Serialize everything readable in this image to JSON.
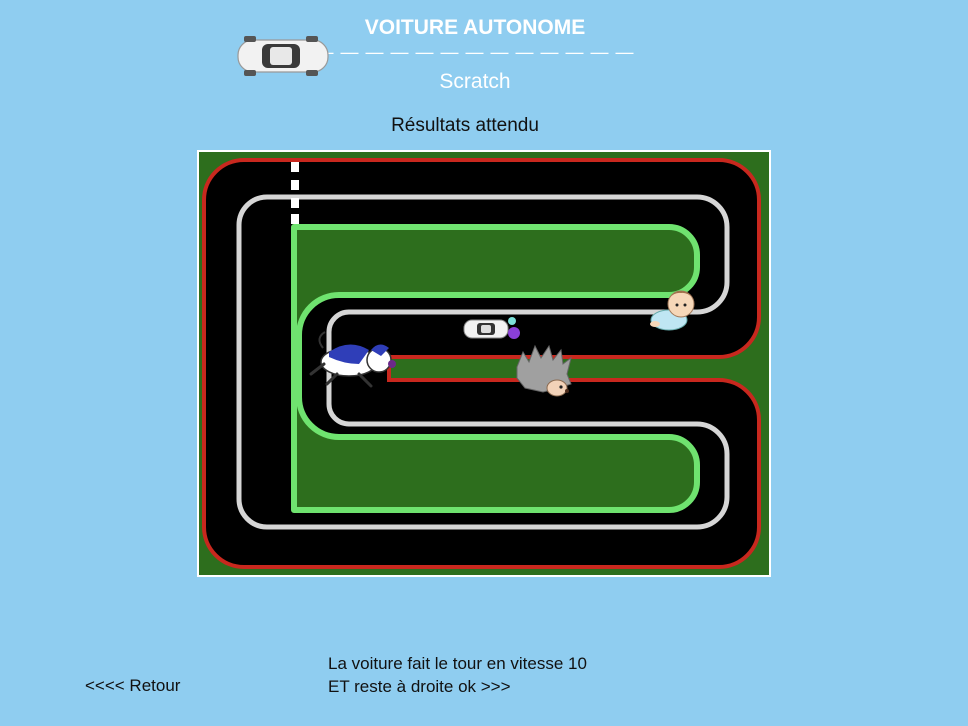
{
  "header": {
    "title": "VOITURE AUTONOME",
    "divider": "— — — — — — — — — — — — —",
    "subtitle": "Scratch"
  },
  "results_heading": "Résultats attendu",
  "footer": {
    "back_label": "<<<< Retour",
    "instruction_line1": "La voiture fait le tour en vitesse 10",
    "instruction_line2": "ET reste à droite  ok >>>"
  },
  "colors": {
    "background": "#8fcdf0",
    "grass": "#2d6e1d",
    "road": "#000000",
    "outer_border": "#c8281e",
    "inner_green_line": "#6fe36f",
    "lane_line": "#d6d6d6"
  }
}
